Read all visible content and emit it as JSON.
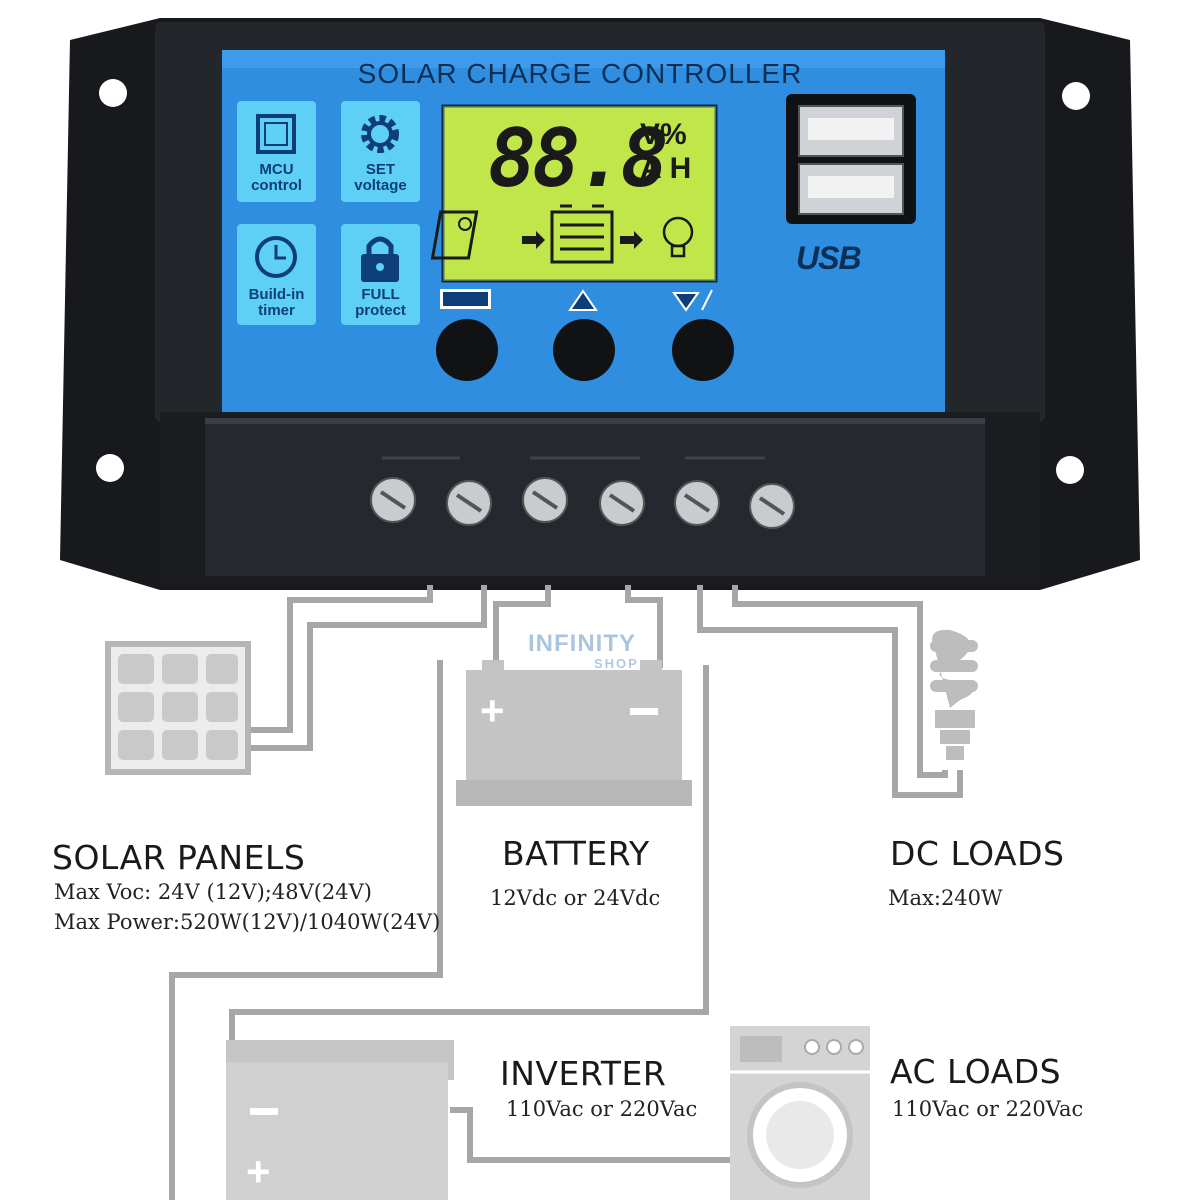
{
  "device": {
    "title": "SOLAR CHARGE CONTROLLER",
    "lcd_digits": "88.8",
    "lcd_unit_top": "V%",
    "lcd_unit_bottom": "AH",
    "usb_label": "USB",
    "tiles": [
      {
        "line1": "MCU",
        "line2": "control",
        "icon": "chip-icon"
      },
      {
        "line1": "SET",
        "line2": "voltage",
        "icon": "gear-icon"
      },
      {
        "line1": "Build-in",
        "line2": "timer",
        "icon": "clock-icon"
      },
      {
        "line1": "FULL",
        "line2": "protect",
        "icon": "lock-icon"
      }
    ],
    "buttons": [
      {
        "icon": "menu-icon"
      },
      {
        "icon": "up-arrow-icon"
      },
      {
        "icon": "down-arrow-light-icon"
      }
    ],
    "colors": {
      "panel_blue": "#2f8ee0",
      "lcd_green": "#b7e23a",
      "tile_cyan": "#5fd0f5",
      "body_dark": "#1c1e22"
    }
  },
  "watermark": {
    "line1": "INFINITY",
    "line2": "SHOP"
  },
  "components": {
    "solar_panels": {
      "title": "SOLAR PANELS",
      "line1": "Max Voc: 24V (12V);48V(24V)",
      "line2": "Max Power:520W(12V)/1040W(24V)"
    },
    "battery": {
      "title": "BATTERY",
      "line1": "12Vdc or 24Vdc"
    },
    "dc_loads": {
      "title": "DC LOADS",
      "line1": "Max:240W"
    },
    "inverter": {
      "title": "INVERTER",
      "line1": "110Vac or 220Vac"
    },
    "ac_loads": {
      "title": "AC LOADS",
      "line1": "110Vac or 220Vac"
    }
  }
}
